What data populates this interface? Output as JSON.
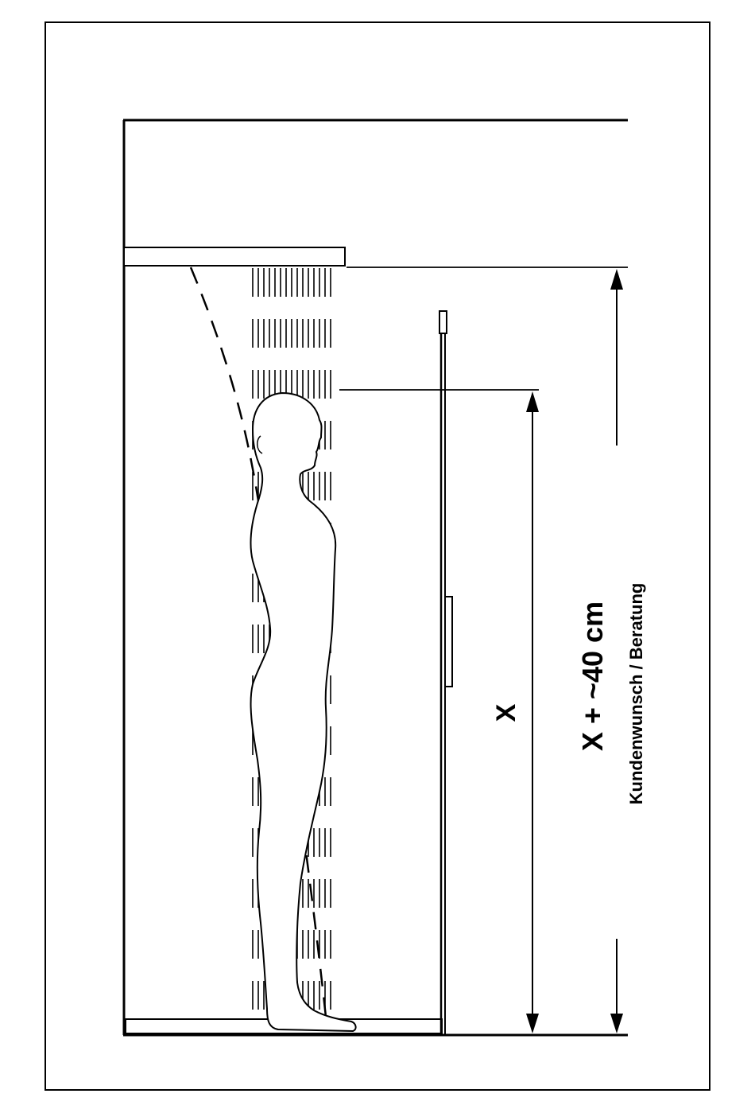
{
  "diagram": {
    "label_x": "X",
    "label_x_plus": "X +  ~40 cm",
    "label_customer": "Kundenwunsch / Beratung",
    "colors": {
      "line": "#000000",
      "background": "#ffffff"
    }
  }
}
